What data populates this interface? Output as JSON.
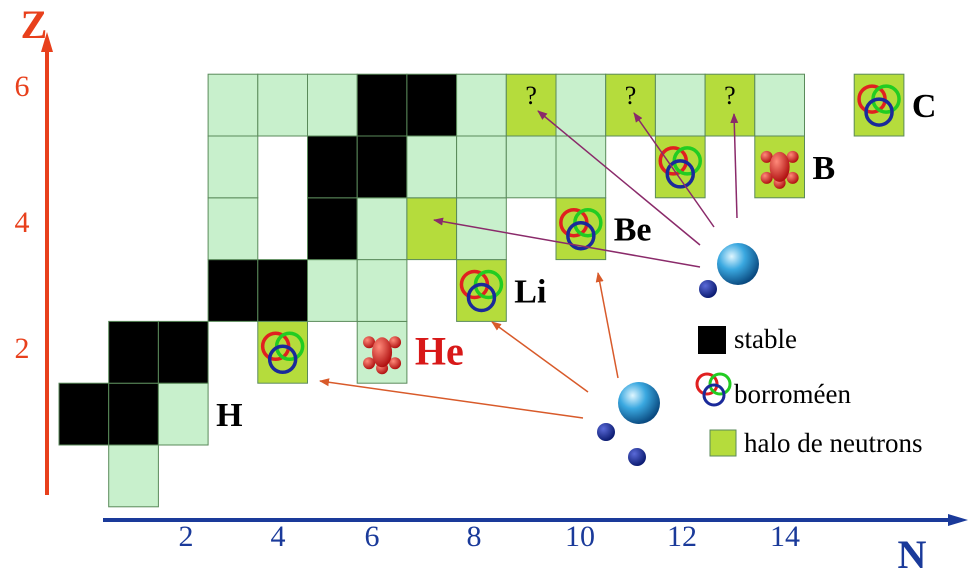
{
  "axes": {
    "z_label": "Z",
    "n_label": "N",
    "z_ticks": [
      "2",
      "4",
      "6"
    ],
    "n_ticks": [
      "2",
      "4",
      "6",
      "8",
      "10",
      "12",
      "14"
    ],
    "z_axis_color": "#e8401c",
    "n_axis_color": "#1a3a9a"
  },
  "colors": {
    "stable": "#000000",
    "unstable": "#c8f0cc",
    "halo": "#b5dc3c",
    "grid_border": "#5a8a5a",
    "borromean_ring_1": "#e02020",
    "borromean_ring_2": "#22cc22",
    "borromean_ring_3": "#1a2a9a",
    "label_default": "#000000",
    "label_He": "#d81818"
  },
  "nuclide_chart": {
    "cells": [
      {
        "n": 1,
        "z": 0,
        "kind": "unstable"
      },
      {
        "n": 0,
        "z": 1,
        "kind": "stable"
      },
      {
        "n": 1,
        "z": 1,
        "kind": "stable"
      },
      {
        "n": 2,
        "z": 1,
        "kind": "unstable"
      },
      {
        "n": 1,
        "z": 2,
        "kind": "stable"
      },
      {
        "n": 2,
        "z": 2,
        "kind": "stable"
      },
      {
        "n": 4,
        "z": 2,
        "kind": "halo",
        "marker": "borromean"
      },
      {
        "n": 6,
        "z": 2,
        "kind": "unstable",
        "marker": "cluster"
      },
      {
        "n": 3,
        "z": 3,
        "kind": "stable"
      },
      {
        "n": 4,
        "z": 3,
        "kind": "stable"
      },
      {
        "n": 5,
        "z": 3,
        "kind": "unstable"
      },
      {
        "n": 6,
        "z": 3,
        "kind": "unstable"
      },
      {
        "n": 8,
        "z": 3,
        "kind": "halo",
        "marker": "borromean"
      },
      {
        "n": 3,
        "z": 4,
        "kind": "unstable"
      },
      {
        "n": 5,
        "z": 4,
        "kind": "stable"
      },
      {
        "n": 6,
        "z": 4,
        "kind": "unstable"
      },
      {
        "n": 7,
        "z": 4,
        "kind": "halo"
      },
      {
        "n": 8,
        "z": 4,
        "kind": "unstable"
      },
      {
        "n": 10,
        "z": 4,
        "kind": "halo",
        "marker": "borromean"
      },
      {
        "n": 3,
        "z": 5,
        "kind": "unstable"
      },
      {
        "n": 5,
        "z": 5,
        "kind": "stable"
      },
      {
        "n": 6,
        "z": 5,
        "kind": "stable"
      },
      {
        "n": 7,
        "z": 5,
        "kind": "unstable"
      },
      {
        "n": 8,
        "z": 5,
        "kind": "unstable"
      },
      {
        "n": 9,
        "z": 5,
        "kind": "unstable"
      },
      {
        "n": 10,
        "z": 5,
        "kind": "unstable"
      },
      {
        "n": 12,
        "z": 5,
        "kind": "halo",
        "marker": "borromean"
      },
      {
        "n": 14,
        "z": 5,
        "kind": "halo",
        "marker": "cluster"
      },
      {
        "n": 3,
        "z": 6,
        "kind": "unstable"
      },
      {
        "n": 4,
        "z": 6,
        "kind": "unstable"
      },
      {
        "n": 5,
        "z": 6,
        "kind": "unstable"
      },
      {
        "n": 6,
        "z": 6,
        "kind": "stable"
      },
      {
        "n": 7,
        "z": 6,
        "kind": "stable"
      },
      {
        "n": 8,
        "z": 6,
        "kind": "unstable"
      },
      {
        "n": 9,
        "z": 6,
        "kind": "halo",
        "mark": "?"
      },
      {
        "n": 10,
        "z": 6,
        "kind": "unstable"
      },
      {
        "n": 11,
        "z": 6,
        "kind": "halo",
        "mark": "?"
      },
      {
        "n": 12,
        "z": 6,
        "kind": "unstable"
      },
      {
        "n": 13,
        "z": 6,
        "kind": "halo",
        "mark": "?"
      },
      {
        "n": 14,
        "z": 6,
        "kind": "unstable"
      },
      {
        "n": 16,
        "z": 6,
        "kind": "halo",
        "marker": "borromean"
      }
    ],
    "element_labels": [
      {
        "symbol": "H",
        "n": 3,
        "z": 1
      },
      {
        "symbol": "He",
        "n": 7,
        "z": 2
      },
      {
        "symbol": "Li",
        "n": 9,
        "z": 3
      },
      {
        "symbol": "Be",
        "n": 11,
        "z": 4
      },
      {
        "symbol": "B",
        "n": 15,
        "z": 5
      },
      {
        "symbol": "C",
        "n": 17,
        "z": 6
      }
    ]
  },
  "legend": {
    "stable": "stable",
    "borromean": "borroméen",
    "halo": "halo de neutrons"
  }
}
